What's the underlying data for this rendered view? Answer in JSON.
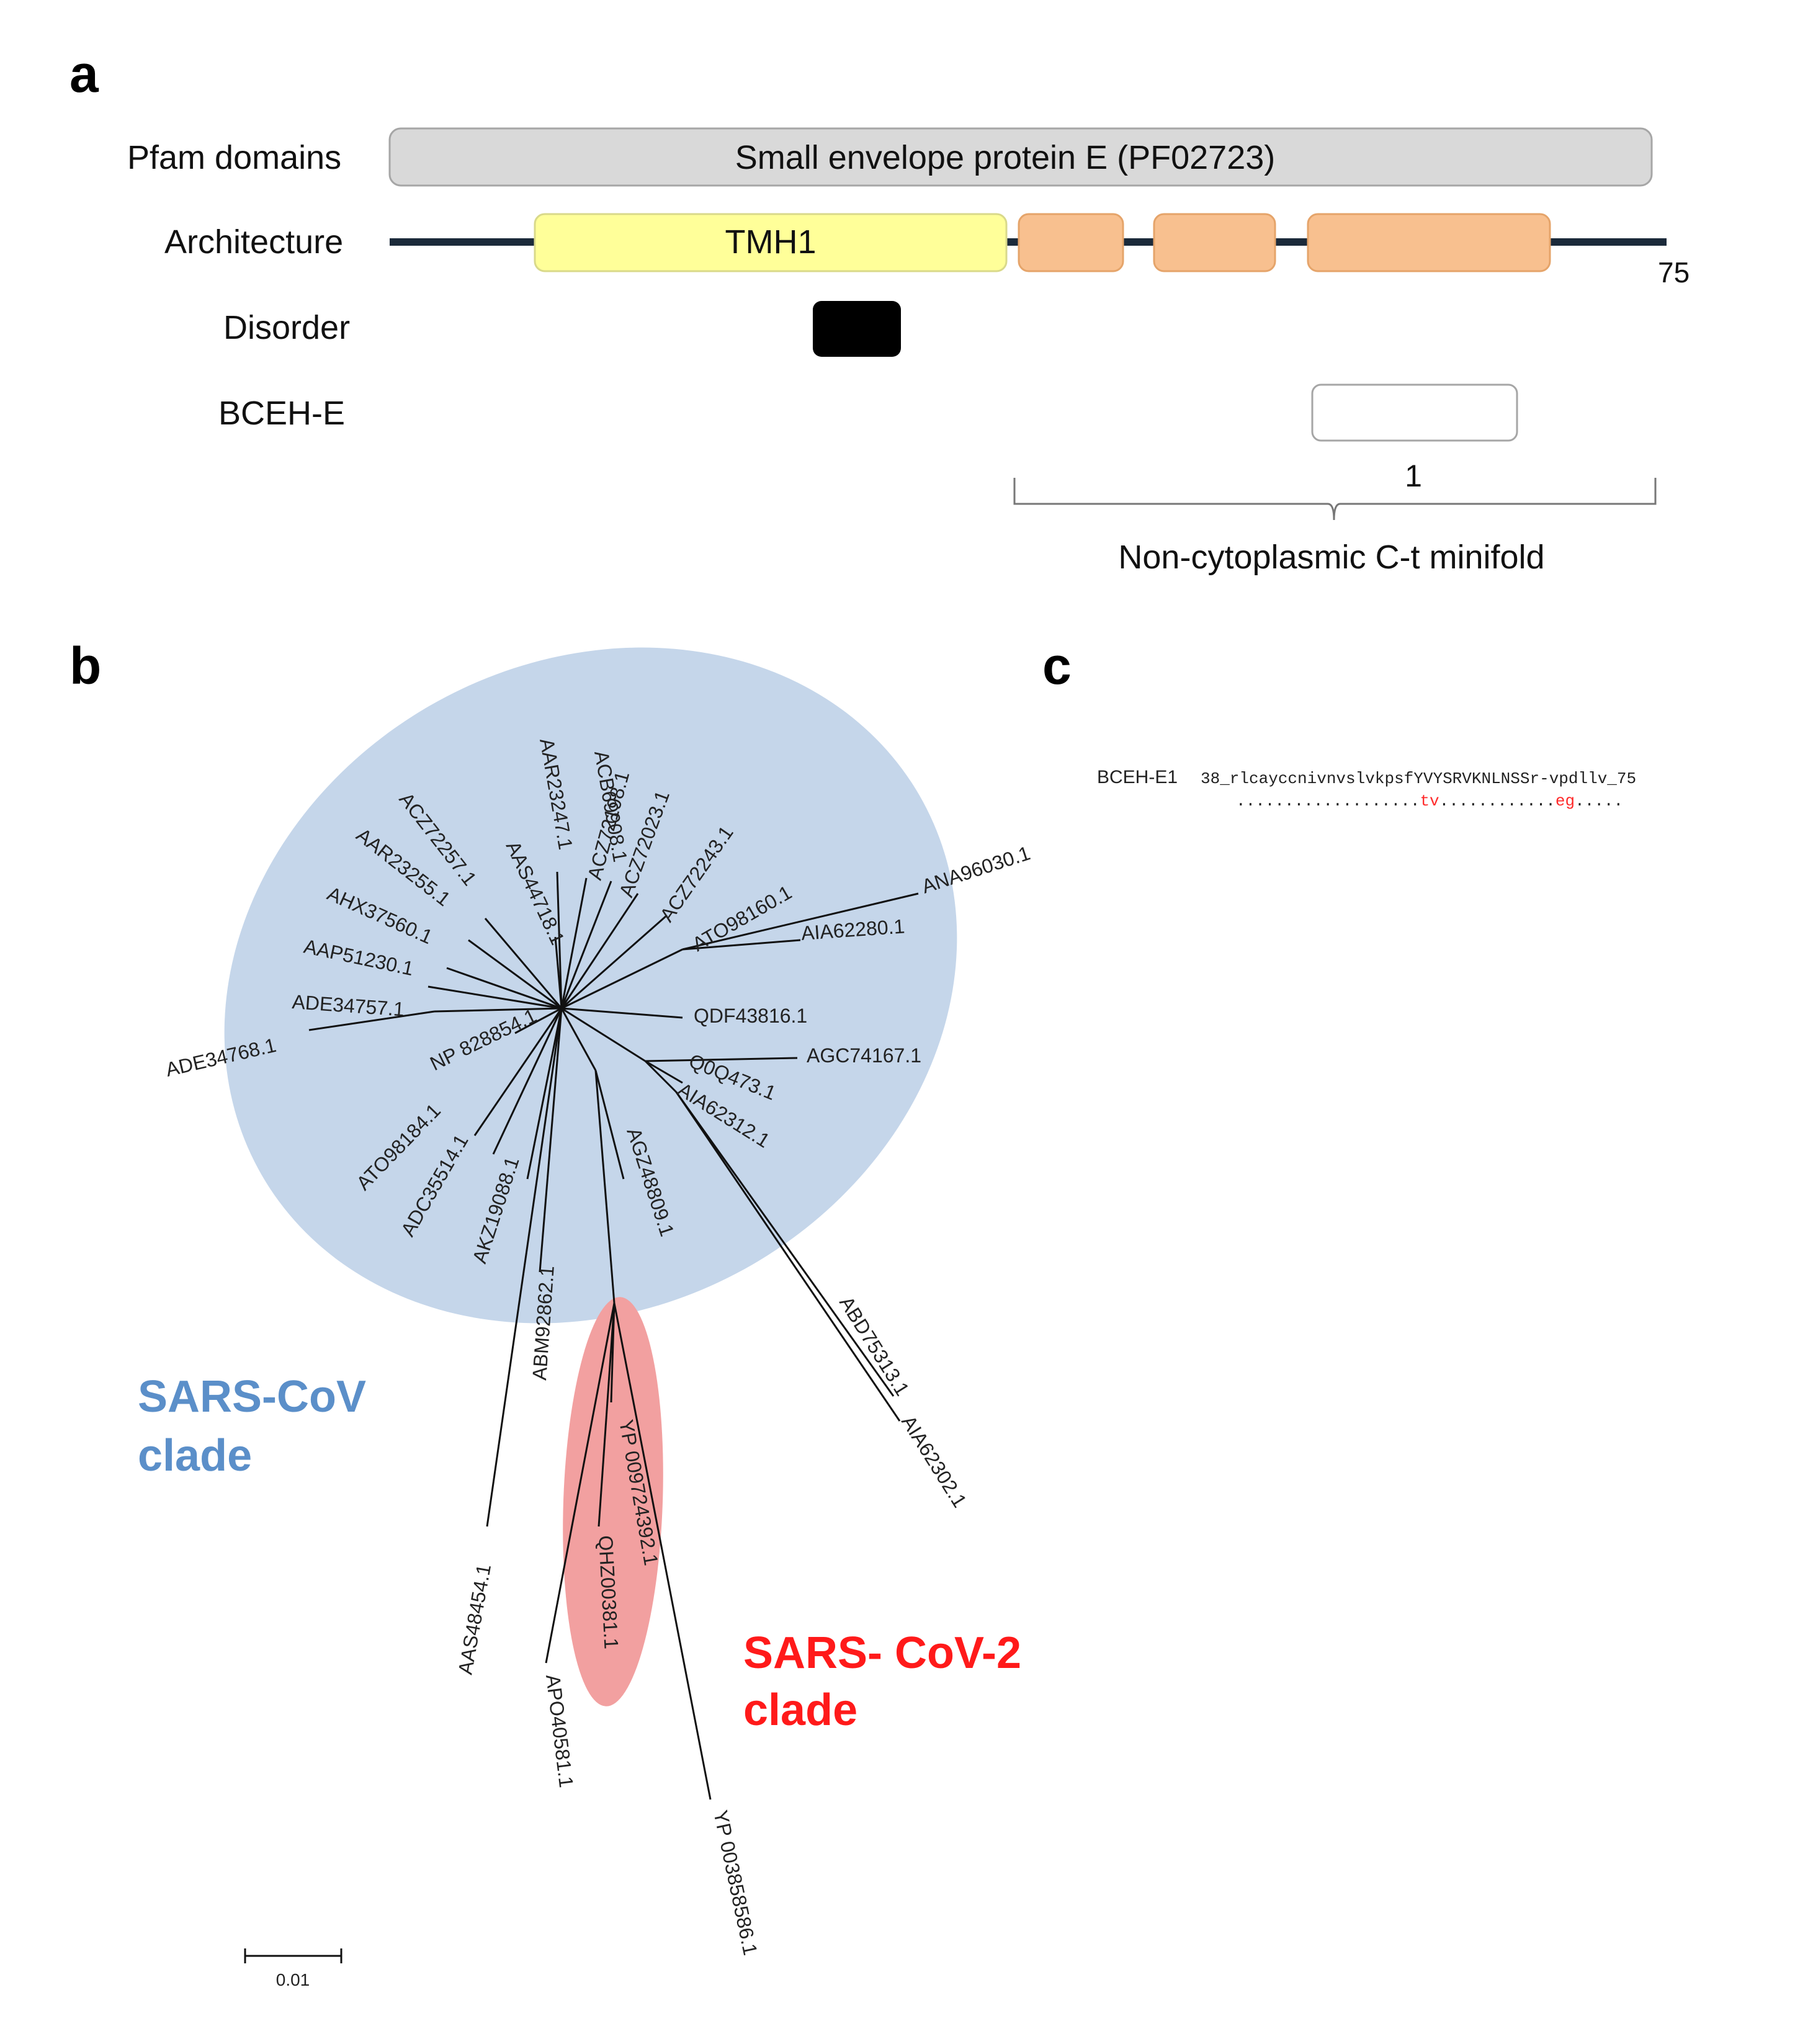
{
  "panel_a": {
    "letter": "a",
    "rows": {
      "pfam": "Pfam domains",
      "architecture": "Architecture",
      "disorder": "Disorder",
      "bceh": "BCEH-E"
    },
    "pfam_box": "Small envelope protein E (PF02723)",
    "tmh_box": "TMH1",
    "length_label": "75",
    "bceh_index": "1",
    "minifold_label": "Non-cytoplasmic C-t minifold",
    "colors": {
      "pfam_fill": "#d9d9d9",
      "tmh_fill": "#ffff99",
      "segment_fill": "#f8c08f",
      "disorder_fill": "#000000",
      "backbone": "#1b2a3a"
    }
  },
  "panel_b": {
    "letter": "b",
    "sars_cov_label_1": "SARS-CoV",
    "sars_cov_label_2": "clade",
    "sars_cov2_label_1": "SARS- CoV-2",
    "sars_cov2_label_2": "clade",
    "scale_label": "0.01",
    "colors": {
      "sars_cov_fill": "#c5d6ea",
      "sars_cov2_fill": "#f2a0a0",
      "sars_cov_text": "#5b8fc9",
      "sars_cov2_text": "#ff1a1a"
    },
    "leaves": [
      "AAR23247.1",
      "ACB69908.1",
      "ACZ72198.1",
      "ACZ72023.1",
      "ACZ72257.1",
      "AAR23255.1",
      "AAS44718.1",
      "ACZ72243.1",
      "ATO98160.1",
      "ANA96030.1",
      "AIA62280.1",
      "AHX37560.1",
      "AAP51230.1",
      "ADE34757.1",
      "ADE34768.1",
      "NP 828854.1",
      "QDF43816.1",
      "AGC74167.1",
      "Q0Q473.1",
      "AIA62312.1",
      "ATO98184.1",
      "ADC35514.1",
      "AKZ19088.1",
      "AGZ48809.1",
      "ABM92862.1",
      "ABD75313.1",
      "AIA62302.1",
      "YP 009724392.1",
      "QHZ00381.1",
      "AAS48454.1",
      "APO40581.1",
      "YP 003858586.1"
    ]
  },
  "panel_c": {
    "letter": "c",
    "seq_name": "BCEH-E1",
    "seq_line": "38_rlcayccnivnvslvkpsfYVYSRVKNLNSSr-vpdllv_75",
    "dots_1": "...................",
    "mut_1": "tv",
    "dots_2": "............",
    "mut_2": "eg",
    "dots_3": "....."
  }
}
